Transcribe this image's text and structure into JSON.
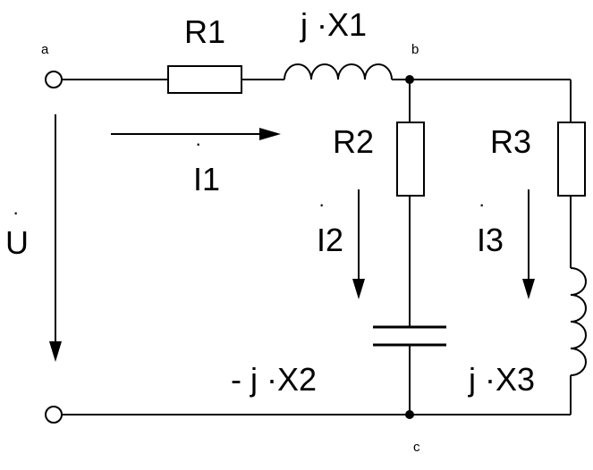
{
  "diagram": {
    "nodes": {
      "a": "a",
      "b": "b",
      "c": "c"
    },
    "components": {
      "r1": "R1",
      "x1": "j ·X1",
      "r2": "R2",
      "x2": "- j ·X2",
      "r3": "R3",
      "x3": "j ·X3"
    },
    "quantities": {
      "voltage": "U",
      "current1": "I1",
      "current2": "I2",
      "current3": "I3"
    },
    "phasor_dot": "·"
  }
}
